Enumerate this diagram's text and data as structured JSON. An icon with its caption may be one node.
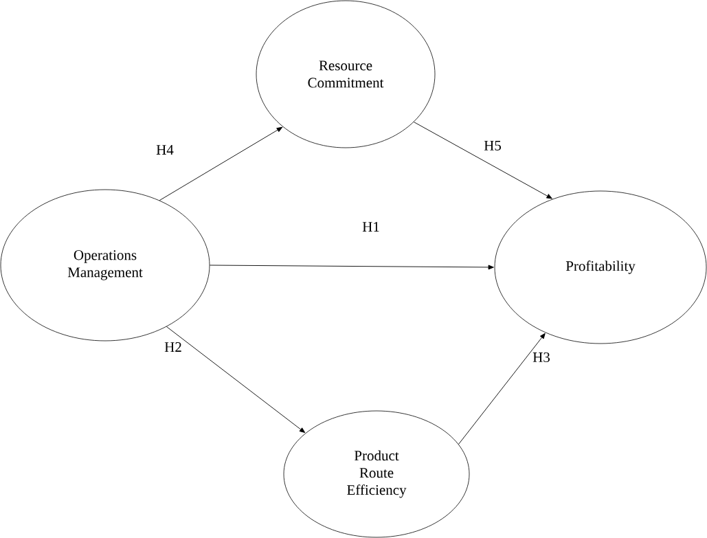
{
  "diagram": {
    "nodes": [
      {
        "text": [
          "Resource Commitment"
        ]
      },
      {
        "text": [
          "Operations Management"
        ]
      },
      {
        "text": [
          "Profitability"
        ]
      },
      {
        "text": [
          "Product Route Efficiency"
        ]
      }
    ],
    "edges": [
      {
        "from": 1,
        "to": 0,
        "arrow": "to",
        "label": "H4"
      },
      {
        "from": 0,
        "to": 2,
        "arrow": "to",
        "label": "H5"
      },
      {
        "from": 1,
        "to": 2,
        "arrow": "to",
        "label": "H1"
      },
      {
        "from": 1,
        "to": 3,
        "arrow": "to",
        "label": "H2"
      },
      {
        "from": 3,
        "to": 2,
        "arrow": "to",
        "label": "H3"
      }
    ]
  }
}
